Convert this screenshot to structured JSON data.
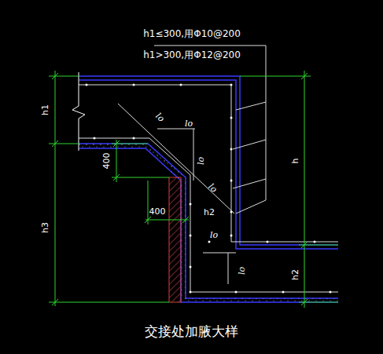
{
  "diagram": {
    "caption": "交接处加腋大样",
    "labels": [
      "h1≤300,用Φ10@200",
      "h1>300,用Φ12@200",
      "h1",
      "lo",
      "lo",
      "lo",
      "400",
      "lo",
      "h3",
      "400",
      "h2",
      "h",
      "lo",
      "lo",
      "h2"
    ]
  }
}
